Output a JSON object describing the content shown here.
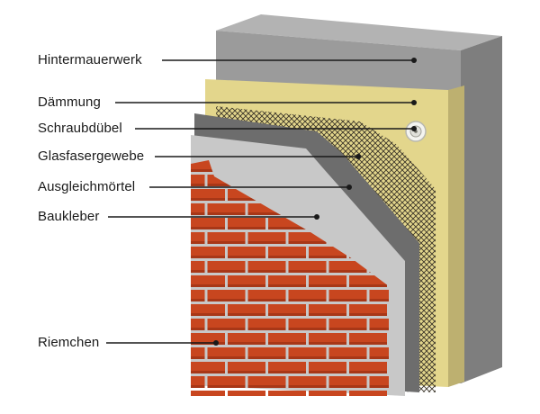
{
  "labels": {
    "hintermauerwerk": "Hintermauerwerk",
    "daemmung": "Dämmung",
    "schraubduebel": "Schraubdübel",
    "glasfasergewebe": "Glasfasergewebe",
    "ausgleichmoertel": "Ausgleichmörtel",
    "baukleber": "Baukleber",
    "riemchen": "Riemchen"
  },
  "colors": {
    "masonry_front": "#9b9b9b",
    "masonry_top": "#b3b3b3",
    "masonry_side": "#7e7e7e",
    "insulation": "#e3d68c",
    "insulation_edge": "#bdb070",
    "mesh": "#3a3428",
    "levelling_mortar": "#6d6d6d",
    "adhesive": "#c8c8c8",
    "brick": "#c8461f",
    "brick_dark": "#8e2c10",
    "joint": "#ffffff"
  }
}
